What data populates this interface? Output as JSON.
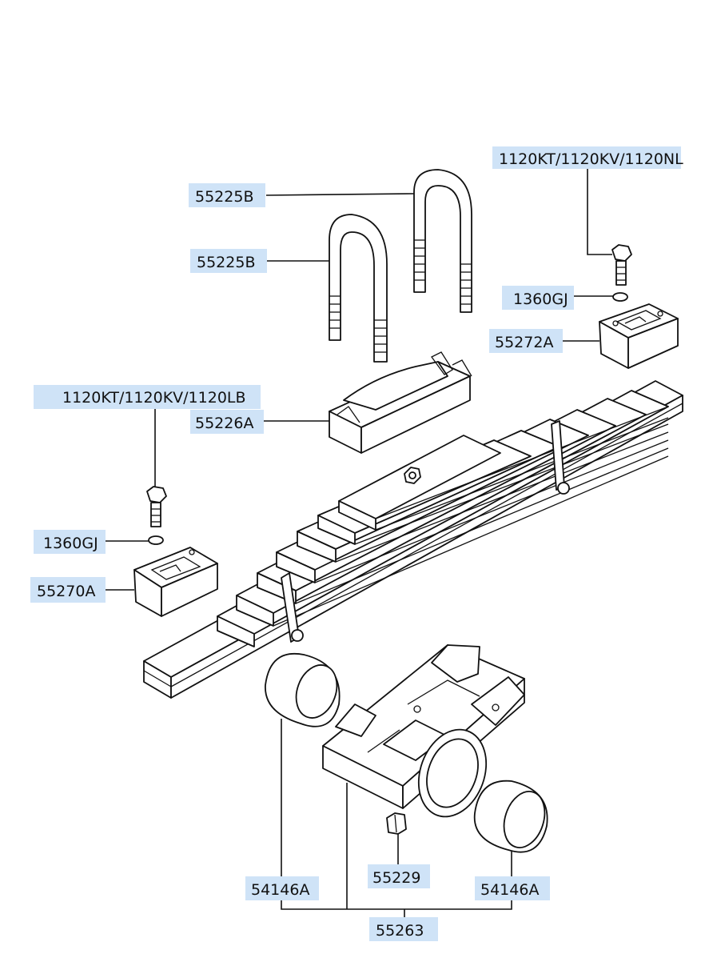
{
  "labels": {
    "bolt_right": "1120KT/1120KV/1120NL",
    "ubolt_top": "55225B",
    "ubolt_second": "55225B",
    "washer_right": "1360GJ",
    "pad_right": "55272A",
    "bolt_left": "1120KT/1120KV/1120LB",
    "seat": "55226A",
    "washer_left": "1360GJ",
    "pad_left": "55270A",
    "bushing_left": "54146A",
    "nipple": "55229",
    "bushing_right": "54146A",
    "bracket": "55263"
  }
}
